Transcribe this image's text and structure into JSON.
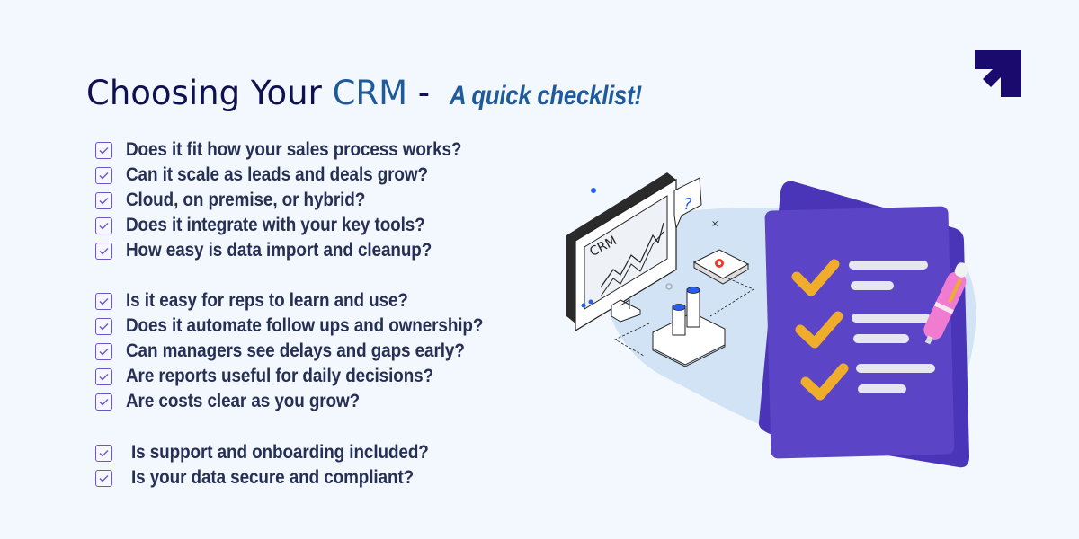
{
  "header": {
    "title_main": "Choosing Your ",
    "title_accent": "CRM",
    "title_dash": " -",
    "title_sub": "A quick checklist!"
  },
  "brand": {
    "logo_icon": "arrow-corner-logo-icon",
    "color": "#1b0a6e"
  },
  "checklist": {
    "groups": [
      {
        "items": [
          {
            "label": "Does it fit how your sales process works?",
            "checked": true
          },
          {
            "label": "Can it scale as leads and deals grow?",
            "checked": true
          },
          {
            "label": "Cloud, on premise, or hybrid?",
            "checked": true
          },
          {
            "label": "Does it integrate with your key tools?",
            "checked": true
          },
          {
            "label": "How easy is data import and cleanup?",
            "checked": true
          }
        ]
      },
      {
        "items": [
          {
            "label": "Is it easy for reps to learn and use?",
            "checked": true
          },
          {
            "label": "Does it automate follow ups and ownership?",
            "checked": true
          },
          {
            "label": "Can managers see delays and gaps early?",
            "checked": true
          },
          {
            "label": "Are reports useful for daily decisions?",
            "checked": true
          },
          {
            "label": "Are costs clear as you grow?",
            "checked": true
          }
        ]
      },
      {
        "items": [
          {
            "label": "Is support and onboarding included?",
            "checked": true
          },
          {
            "label": "Is your data secure and compliant?",
            "checked": true
          }
        ]
      }
    ]
  },
  "illustration": {
    "monitor_text": "CRM",
    "bubble_text": "?",
    "colors": {
      "clipboard": "#5b45c6",
      "clipboard_back": "#4a35b8",
      "check": "#f0ad2c",
      "line": "#e6e6f0",
      "pen": "#f07cd2",
      "blob": "#d2e3f5",
      "gear": "#f03a2e",
      "cylinder_top": "#2a5cf0"
    }
  }
}
